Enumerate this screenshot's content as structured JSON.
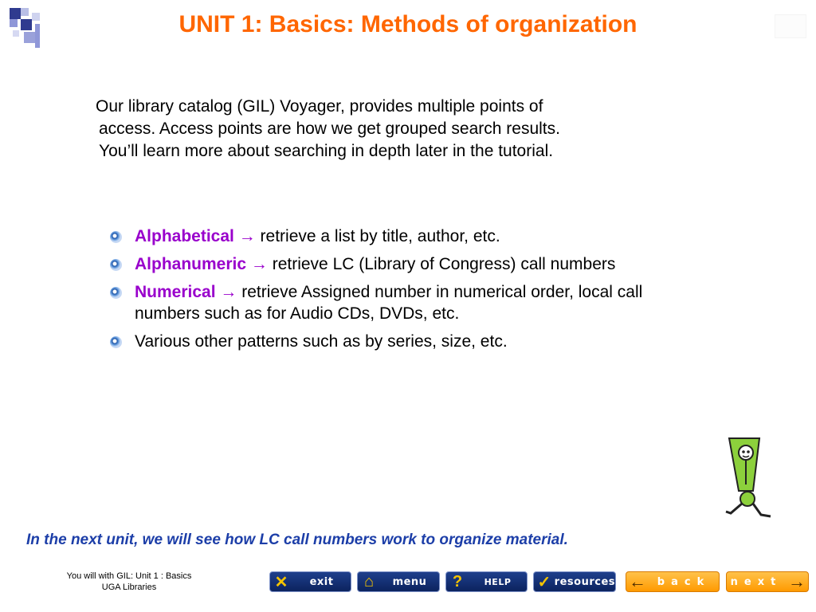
{
  "title": "UNIT 1: Basics: Methods of organization",
  "intro": {
    "line1": "Our library catalog (GIL) Voyager,  provides multiple points of",
    "line2": "access. Access points are how we get grouped search results.",
    "line3": "You’ll learn more about searching in depth later in the tutorial."
  },
  "bullets": [
    {
      "term": "Alphabetical",
      "arrow": "→",
      "text": " retrieve a list by title, author, etc."
    },
    {
      "term": "Alphanumeric",
      "arrow": "→",
      "text": " retrieve LC (Library of Congress) call numbers"
    },
    {
      "term": "Numerical",
      "arrow": "→",
      "text": " retrieve Assigned number in numerical order, local call numbers such as for Audio CDs, DVDs, etc."
    },
    {
      "text": "Various other patterns such as by series, size, etc."
    }
  ],
  "next_unit": "In the next unit, we will see how LC call numbers work to organize material.",
  "footer": {
    "line1": "You will with GIL: Unit 1 : Basics",
    "line2": "UGA Libraries"
  },
  "nav": {
    "exit": {
      "icon": "✕",
      "label": "exit"
    },
    "menu": {
      "icon": "⌂",
      "label": "menu"
    },
    "help": {
      "icon": "?",
      "label": "HELP"
    },
    "resources": {
      "icon": "✓",
      "label": "resources"
    },
    "back": {
      "icon": "←",
      "label": "back"
    },
    "next": {
      "icon": "→",
      "label": "next"
    }
  },
  "colors": {
    "title": "#ff6600",
    "term": "#9900cc",
    "next_unit": "#1c3ea8",
    "figure_green": "#8cd03c"
  }
}
